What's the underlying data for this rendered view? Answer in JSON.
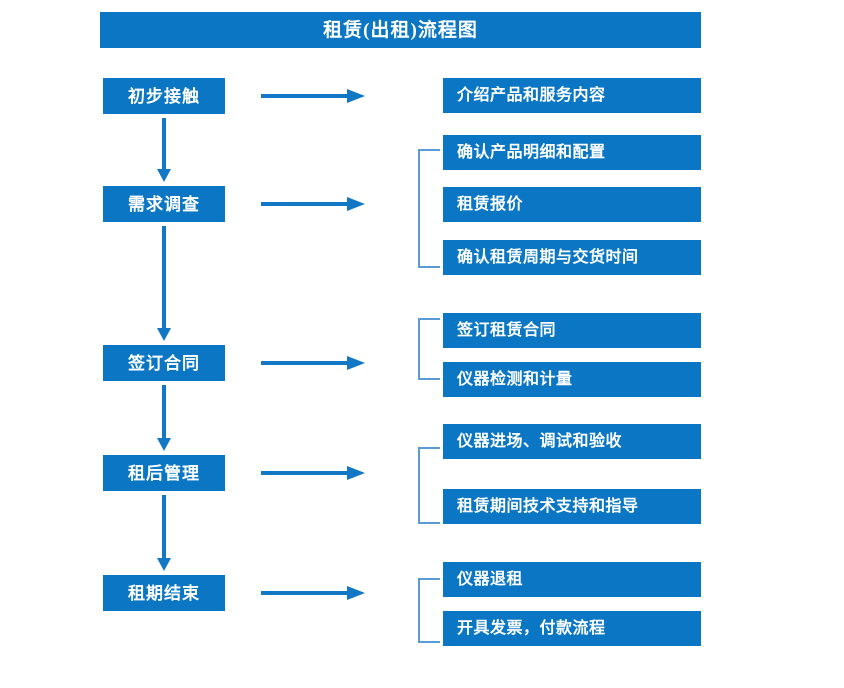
{
  "title": {
    "text": "租赁(出租)流程图"
  },
  "colors": {
    "box_blue": "#0a76c4",
    "arrow_blue": "#1277c4",
    "bracket_blue": "#5b9bd5",
    "text_white": "#ffffff",
    "background": "#ffffff"
  },
  "stages": [
    {
      "label": "初步接触"
    },
    {
      "label": "需求调查"
    },
    {
      "label": "签订合同"
    },
    {
      "label": "租后管理"
    },
    {
      "label": "租期结束"
    }
  ],
  "details": [
    {
      "label": "介绍产品和服务内容"
    },
    {
      "label": "确认产品明细和配置"
    },
    {
      "label": "租赁报价"
    },
    {
      "label": "确认租赁周期与交货时间"
    },
    {
      "label": "签订租赁合同"
    },
    {
      "label": "仪器检测和计量"
    },
    {
      "label": "仪器进场、调试和验收"
    },
    {
      "label": "租赁期间技术支持和指导"
    },
    {
      "label": "仪器退租"
    },
    {
      "label": "开具发票，付款流程"
    }
  ],
  "flow": {
    "arrow_right_icon": "arrow-right-icon",
    "arrow_down_icon": "arrow-down-icon",
    "bracket_icon": "group-bracket-icon"
  },
  "chart_data": {
    "type": "diagram",
    "title": "租赁(出租)流程图",
    "orientation": "vertical-with-branches",
    "nodes": [
      {
        "stage": "初步接触",
        "outputs": [
          "介绍产品和服务内容"
        ],
        "bracketed": false
      },
      {
        "stage": "需求调查",
        "outputs": [
          "确认产品明细和配置",
          "租赁报价",
          "确认租赁周期与交货时间"
        ],
        "bracketed": true
      },
      {
        "stage": "签订合同",
        "outputs": [
          "签订租赁合同",
          "仪器检测和计量"
        ],
        "bracketed": true
      },
      {
        "stage": "租后管理",
        "outputs": [
          "仪器进场、调试和验收",
          "租赁期间技术支持和指导"
        ],
        "bracketed": true
      },
      {
        "stage": "租期结束",
        "outputs": [
          "仪器退租",
          "开具发票，付款流程"
        ],
        "bracketed": true
      }
    ]
  }
}
